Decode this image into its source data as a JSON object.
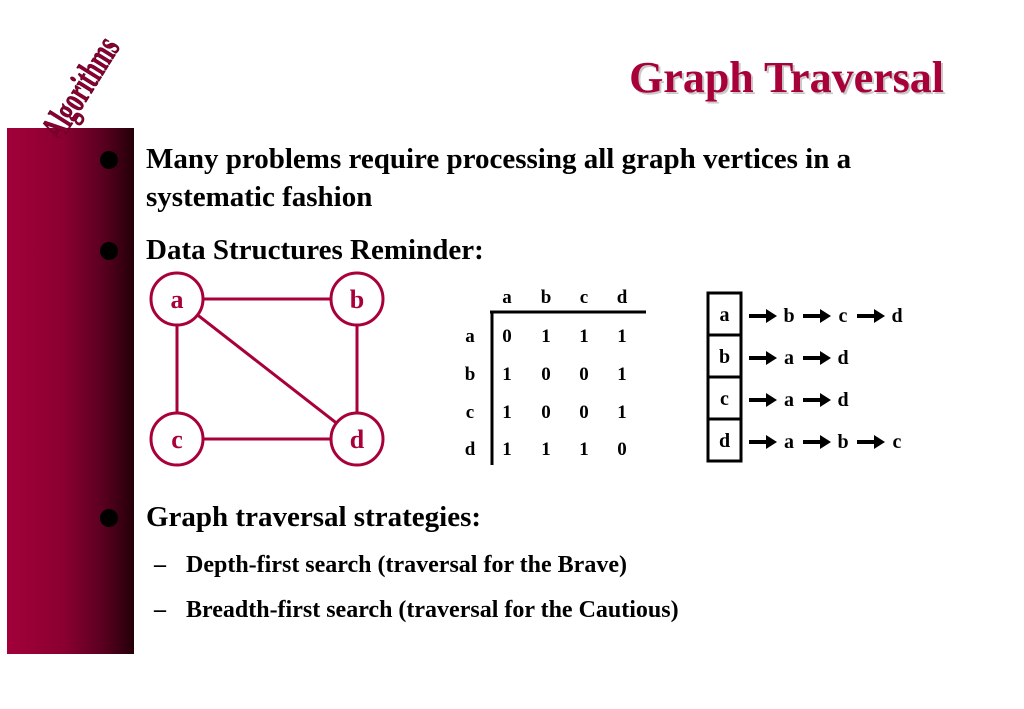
{
  "logo": {
    "text": "Algorithms"
  },
  "title": "Graph Traversal",
  "bullets": [
    {
      "text": "Many problems require processing all graph vertices in a systematic fashion"
    },
    {
      "text": "Data Structures Reminder:"
    },
    {
      "text": "Graph traversal strategies:"
    }
  ],
  "sub_bullets": [
    {
      "dash": "–",
      "text": "Depth-first search (traversal for the Brave)"
    },
    {
      "dash": "–",
      "text": "Breadth-first search (traversal for the Cautious)"
    }
  ],
  "graph": {
    "vertices": [
      "a",
      "b",
      "c",
      "d"
    ],
    "edges": [
      [
        "a",
        "b"
      ],
      [
        "a",
        "c"
      ],
      [
        "a",
        "d"
      ],
      [
        "b",
        "d"
      ],
      [
        "c",
        "d"
      ]
    ],
    "color": "#a80038"
  },
  "adjacency_matrix": {
    "col_headers": [
      "a",
      "b",
      "c",
      "d"
    ],
    "rows": [
      {
        "label": "a",
        "values": [
          0,
          1,
          1,
          1
        ]
      },
      {
        "label": "b",
        "values": [
          1,
          0,
          0,
          1
        ]
      },
      {
        "label": "c",
        "values": [
          1,
          0,
          0,
          1
        ]
      },
      {
        "label": "d",
        "values": [
          1,
          1,
          1,
          0
        ]
      }
    ]
  },
  "adjacency_lists": [
    {
      "vertex": "a",
      "neighbors": [
        "b",
        "c",
        "d"
      ]
    },
    {
      "vertex": "b",
      "neighbors": [
        "a",
        "d"
      ]
    },
    {
      "vertex": "c",
      "neighbors": [
        "a",
        "d"
      ]
    },
    {
      "vertex": "d",
      "neighbors": [
        "a",
        "b",
        "c"
      ]
    }
  ]
}
